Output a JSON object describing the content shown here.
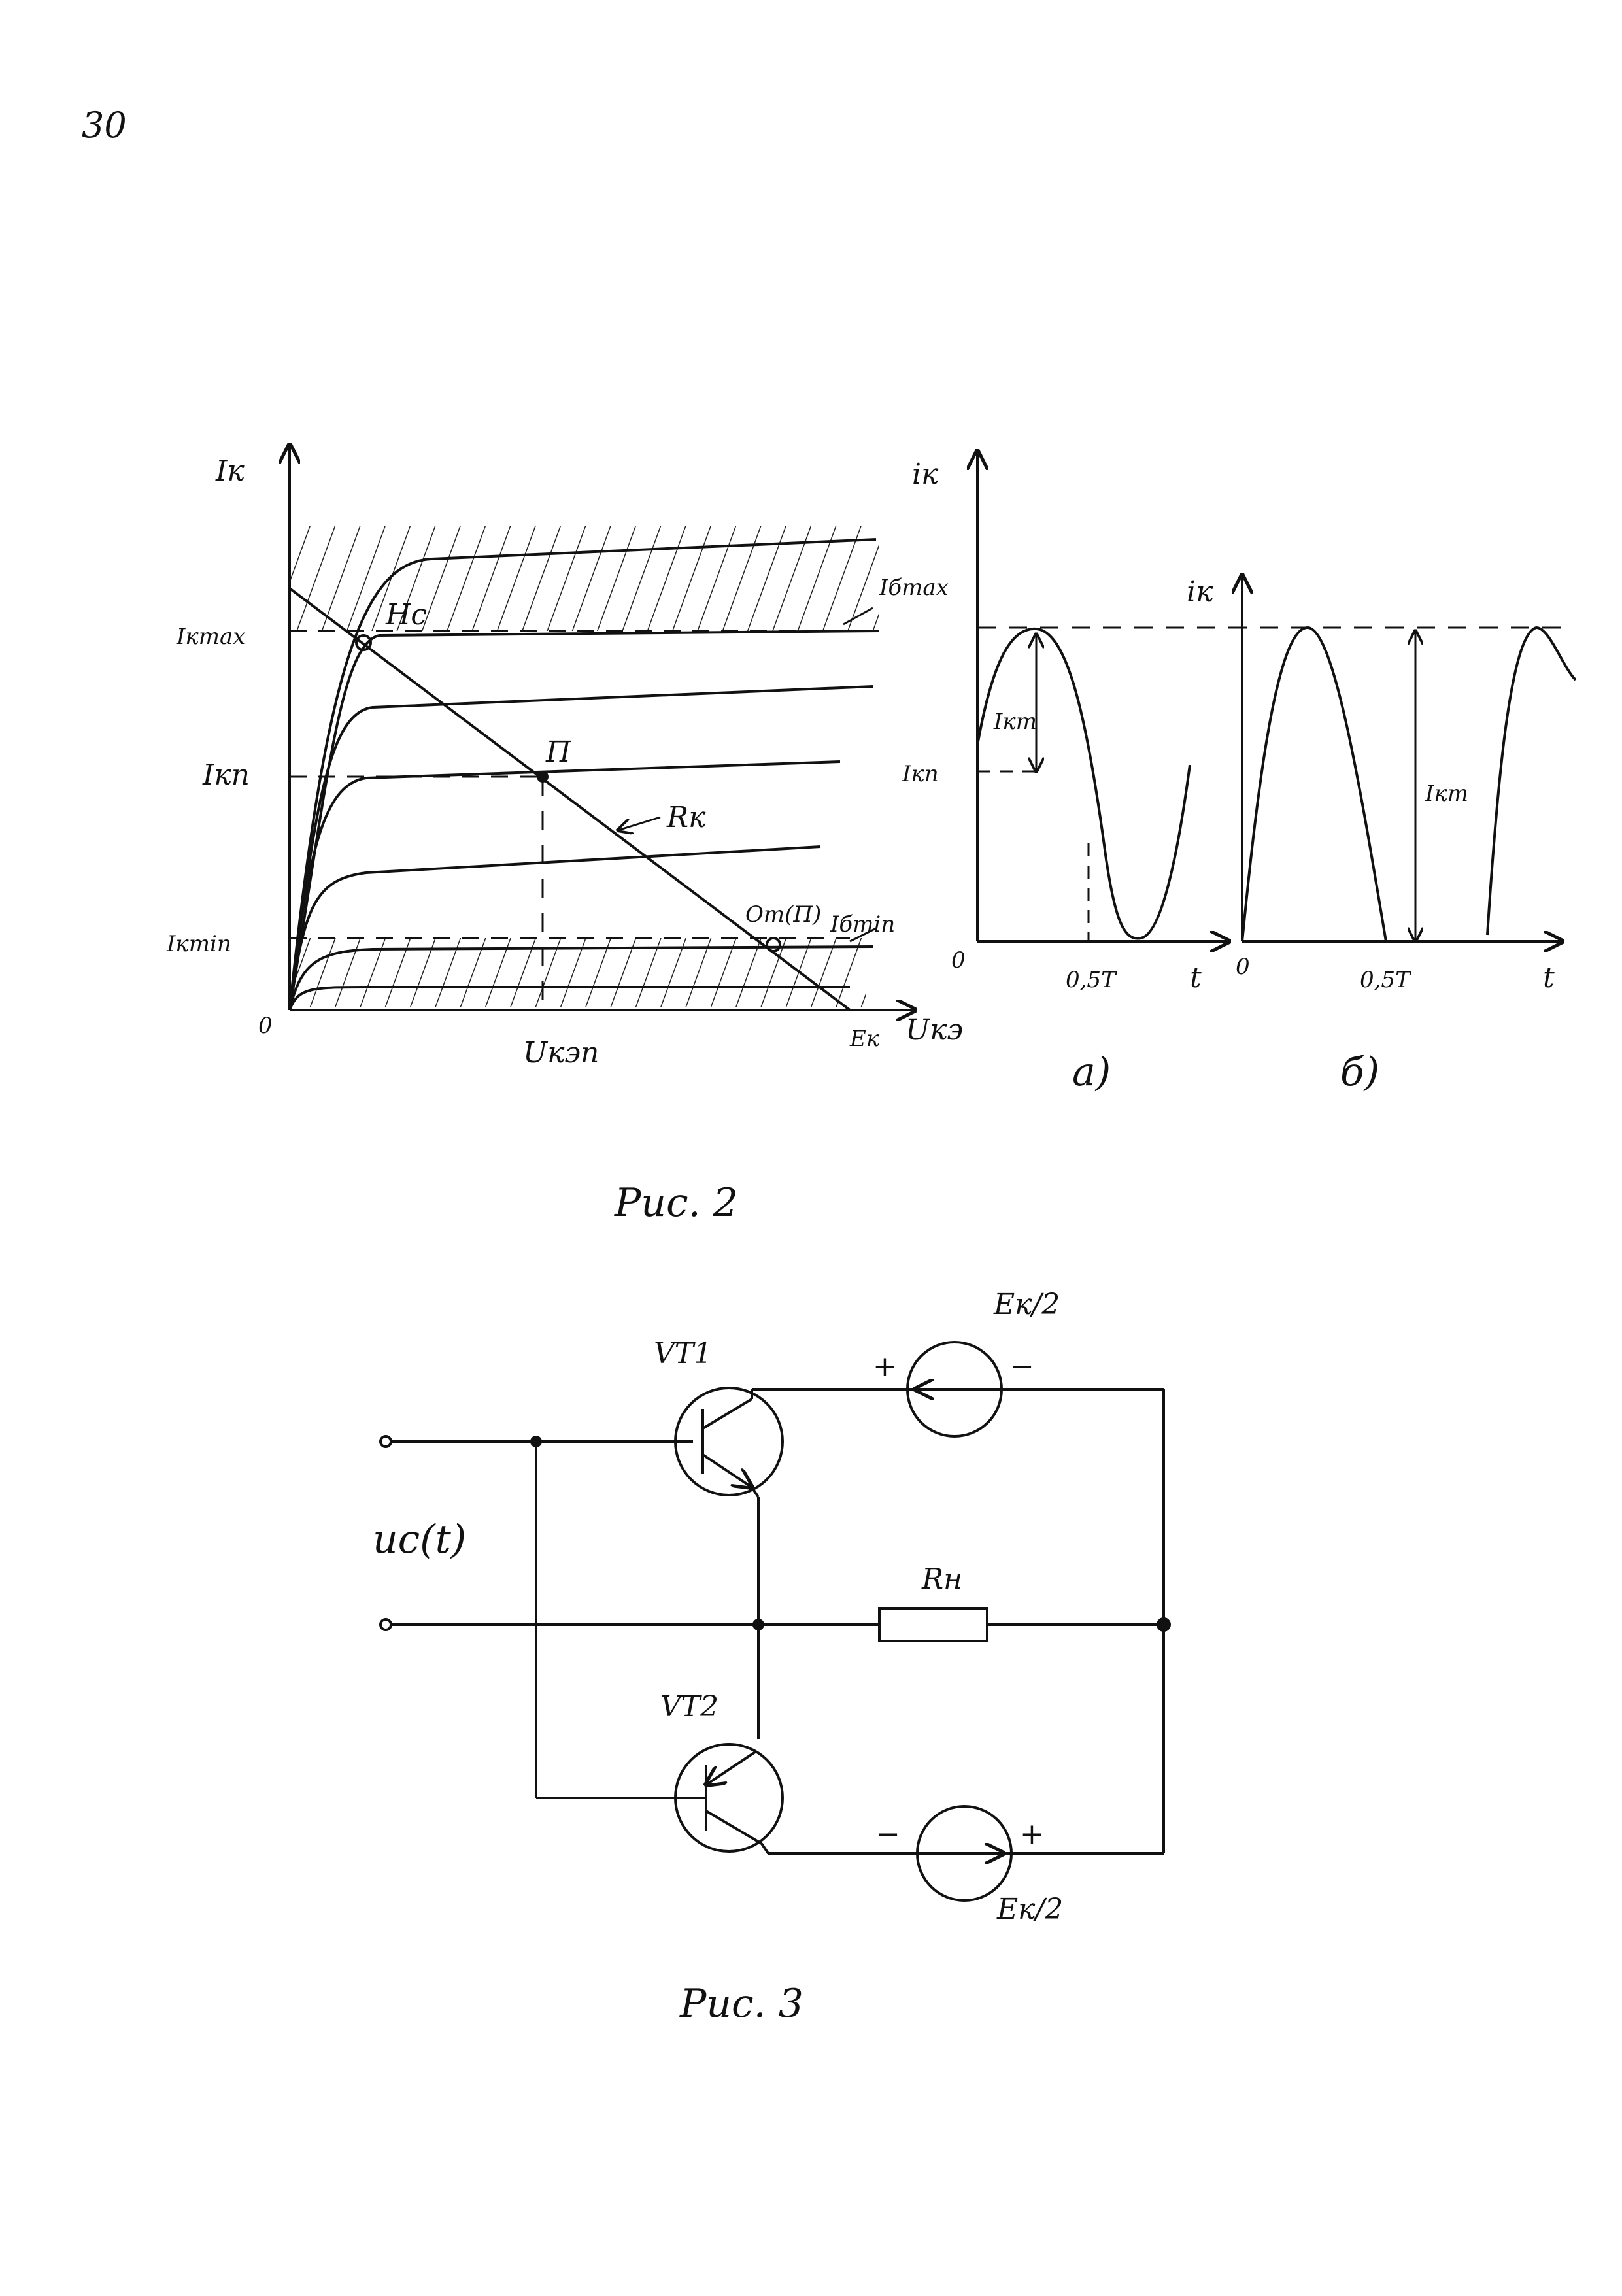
{
  "page_number": "30",
  "figure2": {
    "caption": "Рис. 2",
    "output_characteristics": {
      "y_axis_label": "Iк",
      "x_axis_label": "Uкэ",
      "origin_label": "0",
      "ik_max_label": "Iкmax",
      "ik_p_label": "Iкп",
      "ik_min_label": "Iкmin",
      "u_kep_label": "Uкэп",
      "ek_label": "Eк",
      "ib_max_label": "Iбmax",
      "ib_min_label": "Iбmin",
      "point_hc_label": "Нс",
      "point_p_label": "П",
      "load_line_label": "Rк",
      "point_ot_label": "Oт(П)"
    },
    "panel_a": {
      "caption": "а)",
      "y_axis_label": "iк",
      "x_axis_label": "t",
      "origin_label": "0",
      "ikp_label": "Iкп",
      "ikm_label": "Iкm",
      "half_period_label": "0,5T"
    },
    "panel_b": {
      "caption": "б)",
      "y_axis_label": "iк",
      "x_axis_label": "t",
      "origin_label": "0",
      "ikm_label": "Iкm",
      "half_period_label": "0,5T"
    }
  },
  "figure3": {
    "caption": "Рис. 3",
    "vt1_label": "VT1",
    "vt2_label": "VT2",
    "input_label": "uc(t)",
    "load_label": "Rн",
    "source_top_label": "Eк/2",
    "source_bottom_label": "Eк/2",
    "plus_sign": "+",
    "minus_sign": "−"
  }
}
